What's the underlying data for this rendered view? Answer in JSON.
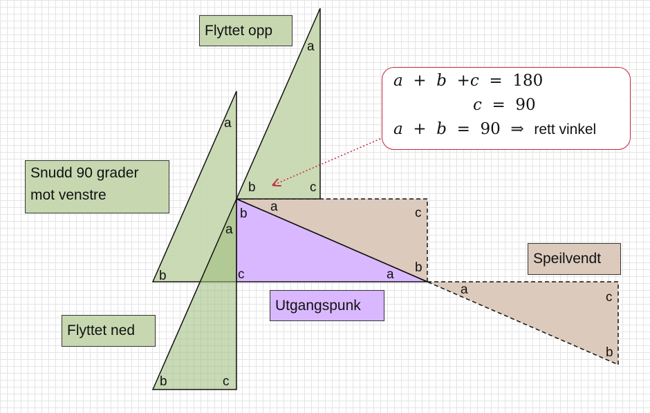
{
  "labels": {
    "moved_up": "Flyttet opp",
    "rotated": [
      "Snudd 90 grader",
      "mot venstre"
    ],
    "moved_down": "Flyttet ned",
    "mirrored": "Speilvendt",
    "origin": "Utgangspunk"
  },
  "equation": {
    "line1": {
      "a": "a",
      "p1": "+",
      "b": "b",
      "p2": "+",
      "c": "c",
      "eq": "=",
      "value": "180"
    },
    "line2": {
      "c": "c",
      "eq": "=",
      "value": "90"
    },
    "line3": {
      "a": "a",
      "p1": "+",
      "b": "b",
      "eq": "=",
      "value": "90",
      "implies": "⇒",
      "text": "rett vinkel"
    }
  },
  "vertex_labels": {
    "a": "a",
    "b": "b",
    "c": "c"
  },
  "colors": {
    "green": "#c7d8b1",
    "tan": "#dccabc",
    "purple": "#d9b8ff",
    "accent": "#c2223b"
  }
}
